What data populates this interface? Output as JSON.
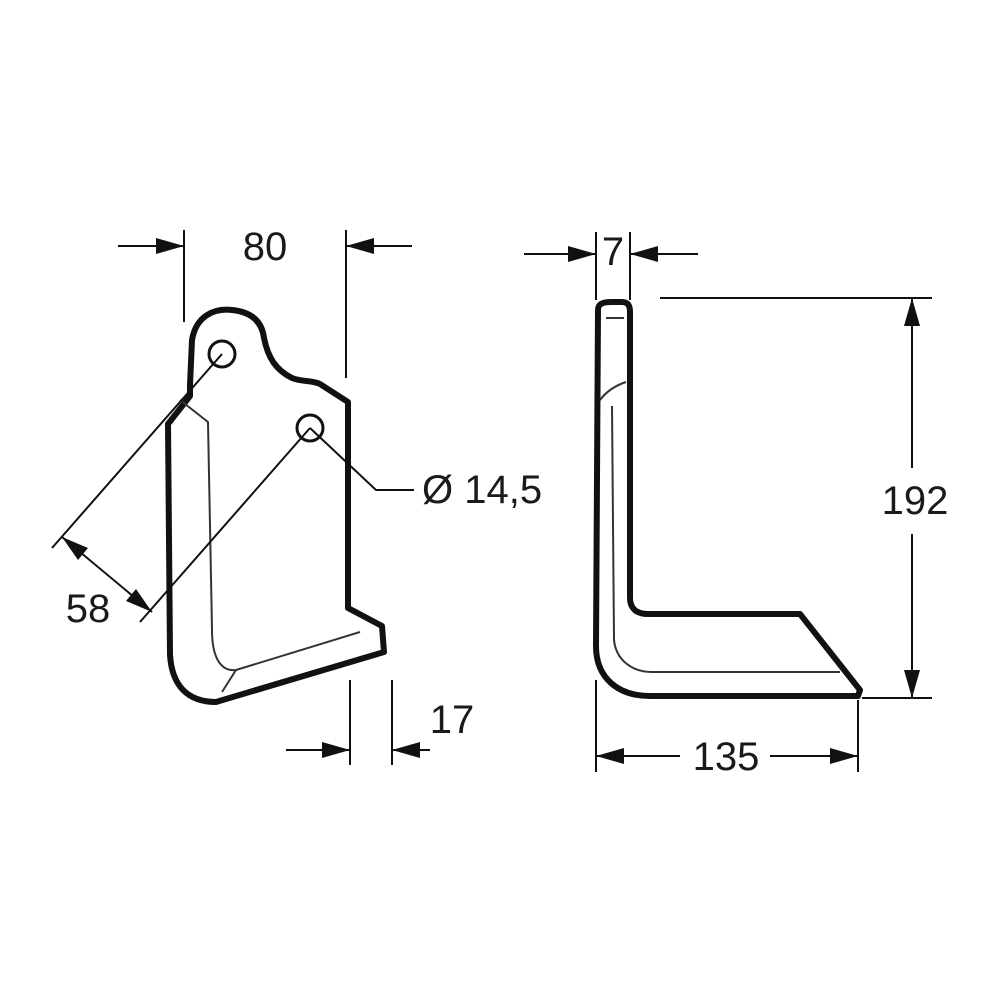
{
  "dimensions": {
    "width_top": "80",
    "thickness": "7",
    "hole_diameter": "Ø 14,5",
    "height": "192",
    "hole_spacing": "58",
    "offset": "17",
    "length": "135"
  },
  "colors": {
    "line": "#111111",
    "background": "#ffffff"
  }
}
